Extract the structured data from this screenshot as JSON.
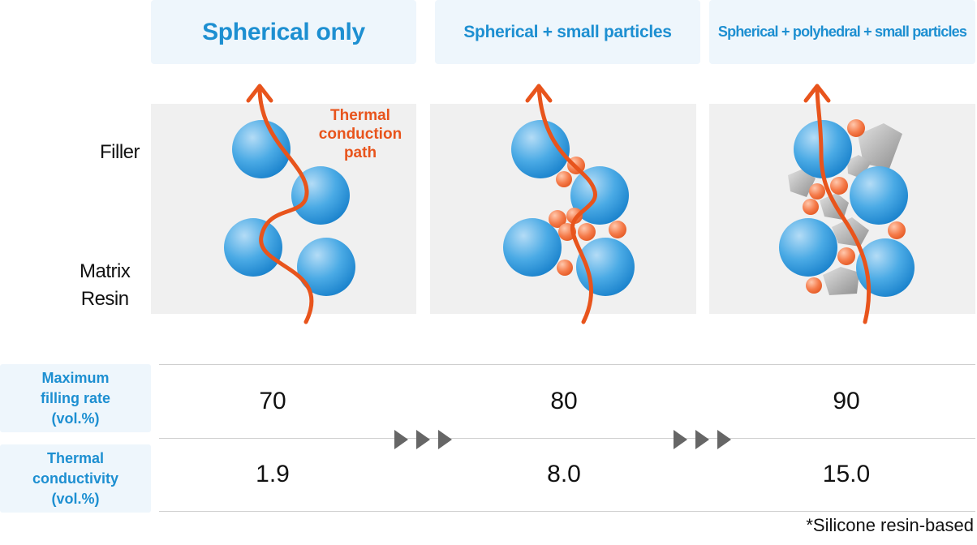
{
  "headers": [
    "Spherical only",
    "Spherical + small particles",
    "Spherical + polyhedral + small particles"
  ],
  "labels": {
    "filler": "Filler",
    "matrix_line1": "Matrix",
    "matrix_line2": "Resin",
    "path_line1": "Thermal",
    "path_line2": "conduction",
    "path_line3": "path"
  },
  "rows": [
    {
      "label_lines": [
        "Maximum",
        "filling rate",
        "(vol.%)"
      ],
      "values": [
        "70",
        "80",
        "90"
      ]
    },
    {
      "label_lines": [
        "Thermal",
        "conductivity",
        "(vol.%)"
      ],
      "values": [
        "1.9",
        "8.0",
        "15.0"
      ]
    }
  ],
  "footnote": "*Silicone resin-based",
  "colors": {
    "accent_blue": "#1d8fd1",
    "header_bg": "#eef6fc",
    "path_orange": "#e8541c",
    "sphere_blue": "#3ba3e0",
    "small_particle": "#f07545",
    "polyhedral": "#b5b5b5",
    "arrow_gray": "#666666"
  }
}
